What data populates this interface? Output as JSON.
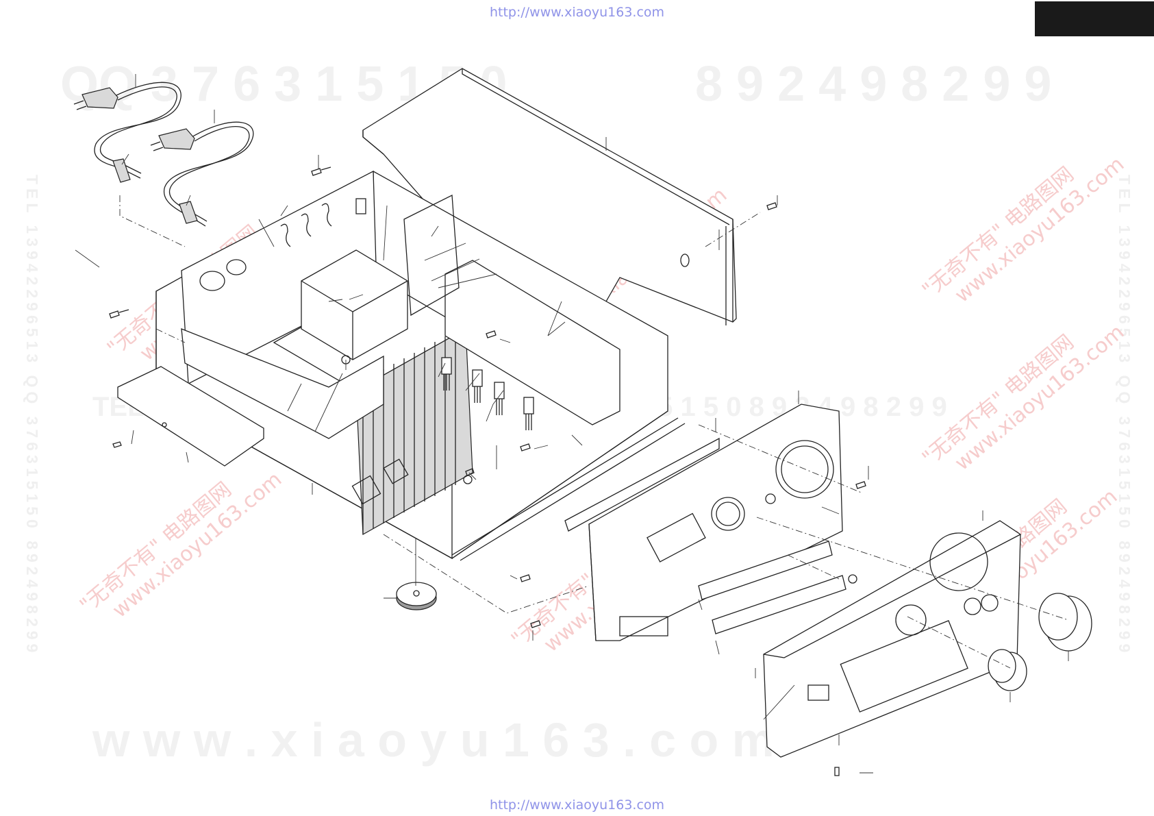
{
  "links": {
    "top_url": "http://www.xiaoyu163.com",
    "bottom_url": "http://www.xiaoyu163.com"
  },
  "watermarks": {
    "qq_top_left": "QQ  3 7 6 3 1 5 1 5 0",
    "qq_top_right": "8 9 2 4 9 8 2 9 9",
    "tel_middle": "TEL  1 3 9 4 2 2 9 6 5 1 3",
    "qq_middle": "QQ  3 7 6 3 1 5 1 5 0     8 9 2 4 9 8 2 9 9",
    "site_bottom": "w w w . x i a o y u 1 6 3 . c o m",
    "vertical_left": "TEL 13942296513  QQ 376315150  892498299",
    "vertical_right": "TEL 13942296513  QQ 376315150  892498299",
    "stamp_line1": "\"无奇不有\" 电路图网",
    "stamp_line2": "www.xiaoyu163.com"
  },
  "colors": {
    "link": "#8f93e8",
    "stamp": "#f6cccc",
    "watermark": "#f1f1f1",
    "ink": "#222222"
  }
}
